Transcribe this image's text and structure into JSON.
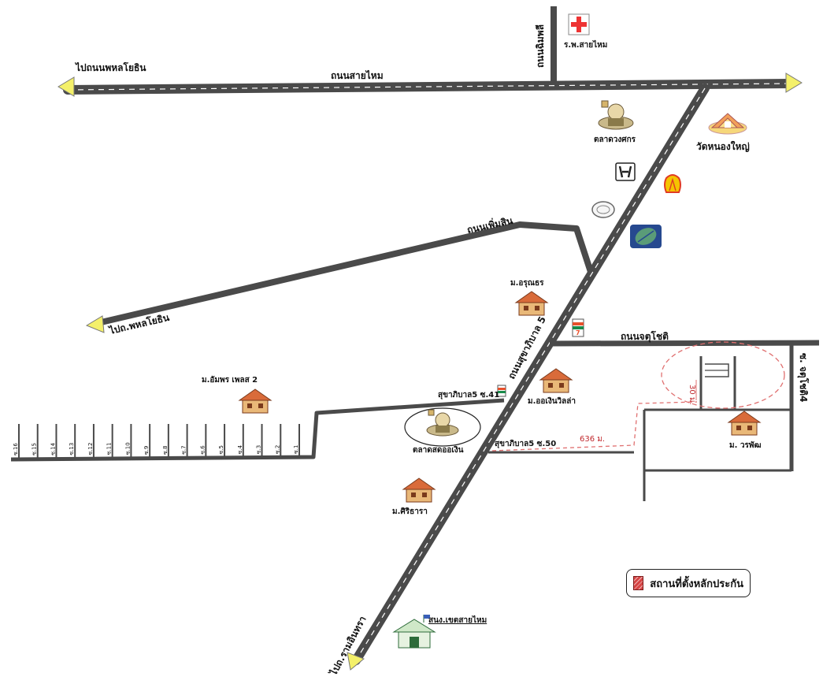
{
  "roads": {
    "main_top": "ถนนสายไหม",
    "to_phahon_top": "ไปถนนพหลโยธิน",
    "vertical_top": "ถนนฉิมพลี",
    "diagonal_main": "ถนนสุขาภิบาล 5",
    "diagonal_to_bottom": "ไปถ.รามอินทรา",
    "inner_road": "ถนนเพิ่มสิน",
    "to_phahon_left": "ไปถ.พหลโยธิน",
    "east_road": "ถนนจตุโชติ",
    "soi_chatuchot_4": "ซ. จตุโชติ4",
    "soi_41": "สุขาภิบาล5 ซ.41",
    "soi_50": "สุขาภิบาล5 ซ.50"
  },
  "places": {
    "hospital": "ร.พ.สายไหม",
    "market_top": "ตลาดวงศกร",
    "temple": "วัดหนองใหญ่",
    "village_arunthong": "ม.อรุณธร",
    "village_ornjaroen": "ม.ออเงินวิลล่า",
    "village_ampon": "ม.อัมพร เพลส 2",
    "market_ornjaroen": "ตลาดสดออเงิน",
    "village_siriwara": "ม.ศิริธารา",
    "village_worapat": "ม. วรพัฒ",
    "district_office": "สนง.เขตสายไหม"
  },
  "sois": [
    "ซ.16",
    "ซ.15",
    "ซ.14",
    "ซ.13",
    "ซ.12",
    "ซ.11",
    "ซ.10",
    "ซ.9",
    "ซ.8",
    "ซ.7",
    "ซ.6",
    "ซ.5",
    "ซ.4",
    "ซ.3",
    "ซ.2",
    "ซ.1"
  ],
  "distances": {
    "soi50_distance": "636 ม.",
    "plot_distance": "30 ม."
  },
  "legend": {
    "label": "สถานที่ตั้งหลักประกัน",
    "color": "#d64545"
  },
  "colors": {
    "road": "#4a4a4a",
    "arrow": "#f4f06a",
    "marker": "#e07070"
  }
}
